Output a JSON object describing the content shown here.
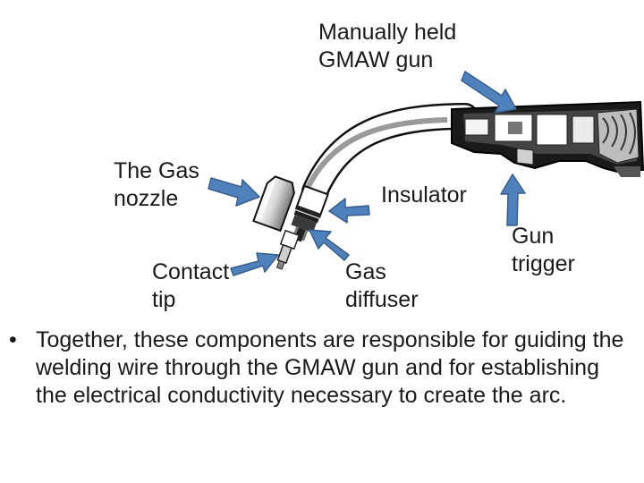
{
  "labels": {
    "gun": "Manually held\nGMAW gun",
    "nozzle": "The Gas\nnozzle",
    "insulator": "Insulator",
    "trigger": "Gun\ntrigger",
    "contact_tip": "Contact\ntip",
    "diffuser": "Gas\ndiffuser"
  },
  "bullet": {
    "marker": "•",
    "text": "Together, these components are responsible for guiding the welding wire through the GMAW gun and for establishing the electrical conductivity necessary to create the arc."
  },
  "colors": {
    "arrow_fill": "#4f81bd",
    "arrow_stroke": "#385d8a"
  }
}
